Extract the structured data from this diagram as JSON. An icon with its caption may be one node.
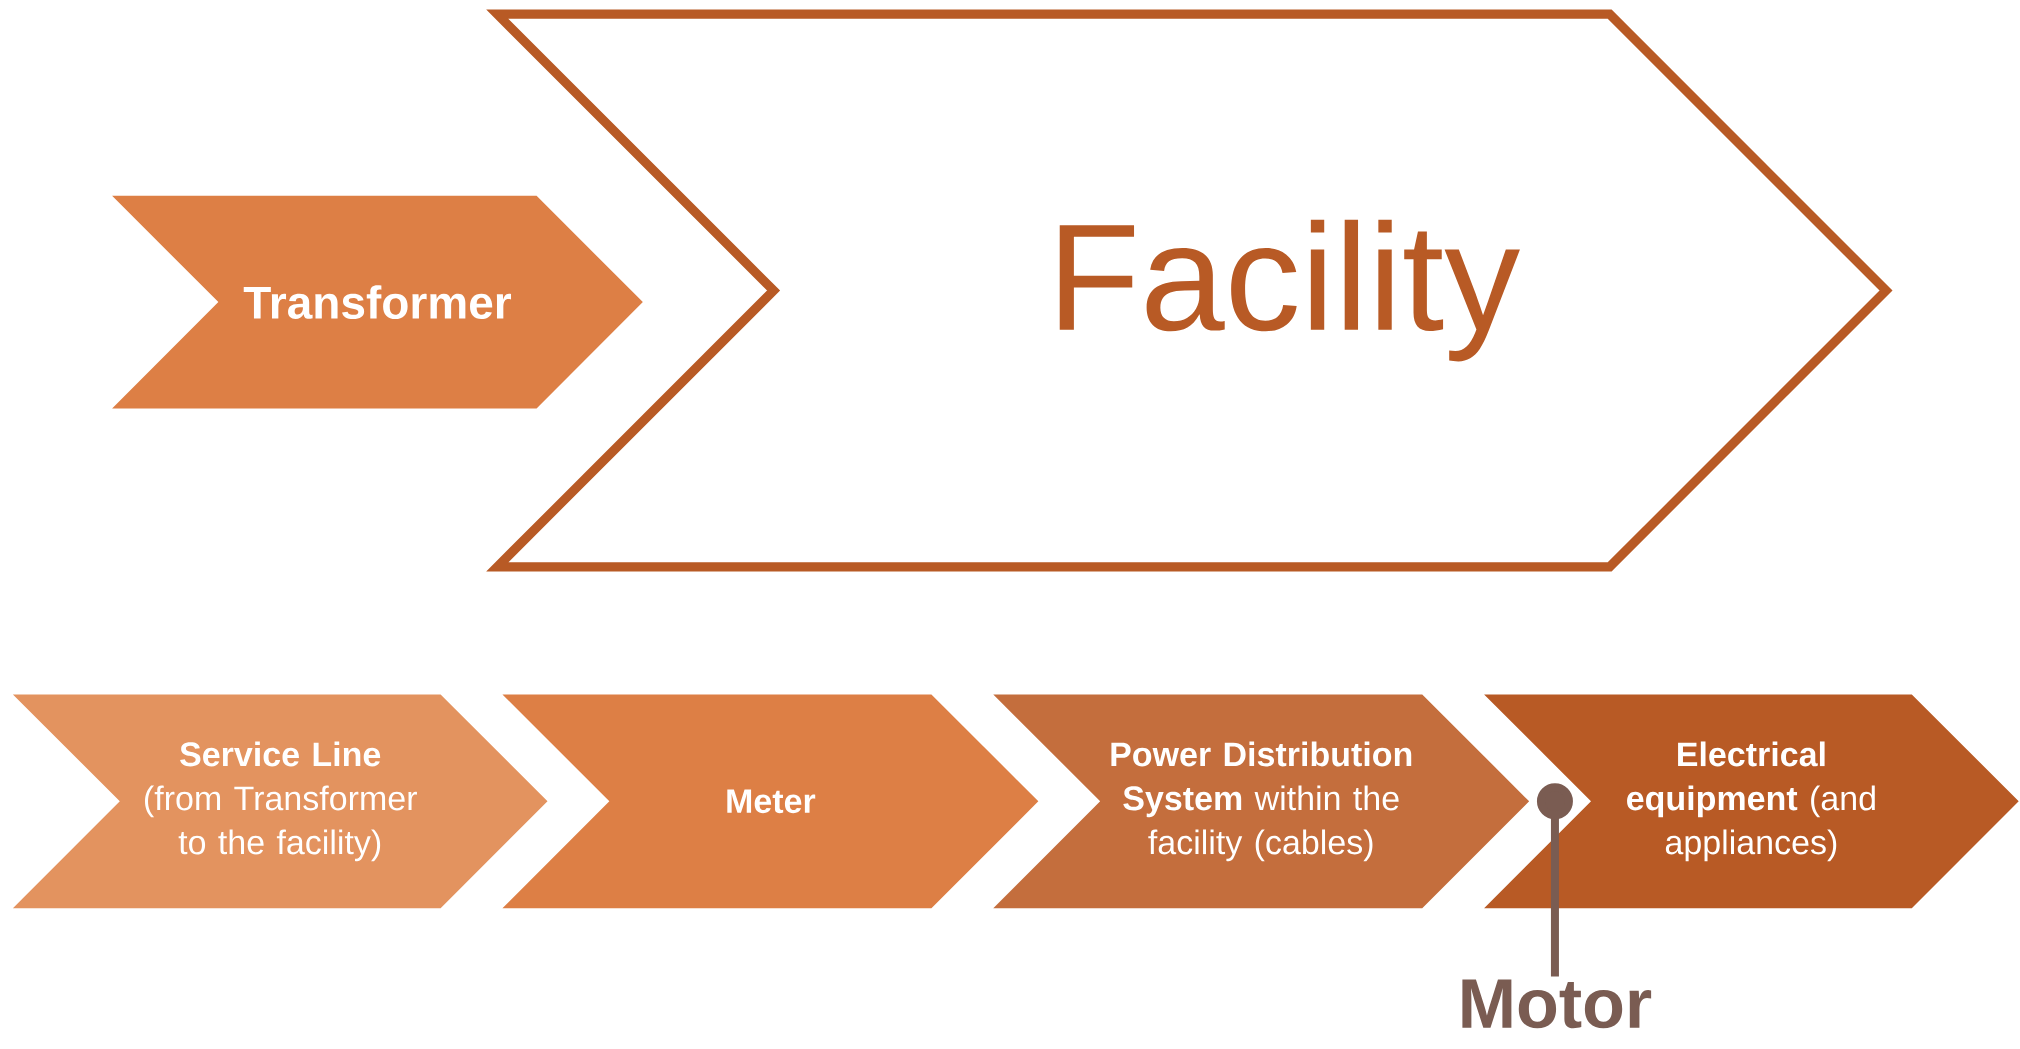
{
  "diagram": {
    "nodes": [
      {
        "text": [
          "Facility"
        ]
      },
      {
        "text": [
          "Transformer"
        ]
      },
      {
        "text": [
          "**Service Line** (from Transformer to the facility)"
        ]
      },
      {
        "text": [
          "Meter"
        ]
      },
      {
        "text": [
          "**Power Distribution System** within the facility (cables)"
        ]
      },
      {
        "text": [
          "**Electrical equipment** (and appliances)"
        ]
      },
      {
        "text": [
          "Motor"
        ]
      }
    ],
    "edges": [
      {
        "from": 6,
        "to": 5,
        "arrow": "other"
      }
    ]
  }
}
